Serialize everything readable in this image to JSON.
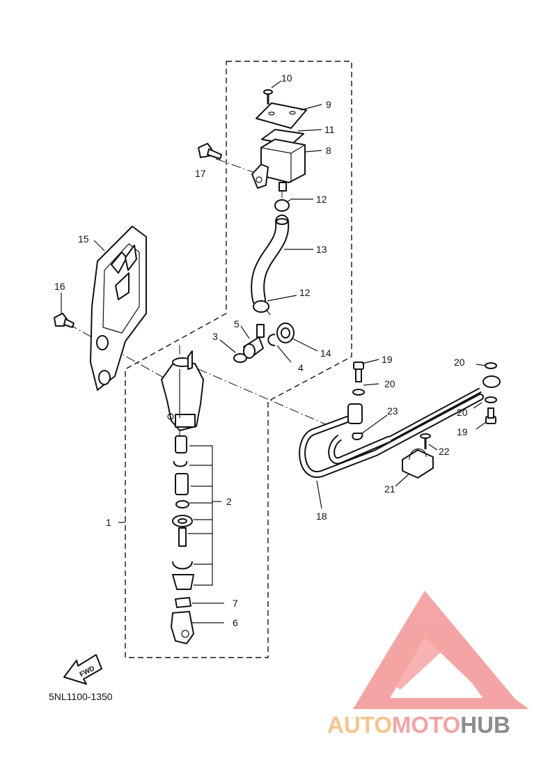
{
  "diagram": {
    "code": "5NL1100-1350",
    "fwd_label": "FWD",
    "labels": {
      "p1": "1",
      "p2": "2",
      "p3": "3",
      "p4": "4",
      "p5": "5",
      "p6": "6",
      "p7": "7",
      "p8": "8",
      "p9": "9",
      "p10": "10",
      "p11": "11",
      "p12a": "12",
      "p12b": "12",
      "p13": "13",
      "p14": "14",
      "p15": "15",
      "p16": "16",
      "p17": "17",
      "p18": "18",
      "p19a": "19",
      "p19b": "19",
      "p20a": "20",
      "p20b": "20",
      "p20c": "20",
      "p21": "21",
      "p22": "22",
      "p23": "23"
    }
  },
  "watermark": {
    "part1": "AUTO",
    "part2": "MOTO",
    "part3": "HUB",
    "colors": {
      "auto": "#f7c48a",
      "moto": "#f4a3a3",
      "hub": "#8c8c8c",
      "triangle": "#f4a0a0"
    }
  }
}
